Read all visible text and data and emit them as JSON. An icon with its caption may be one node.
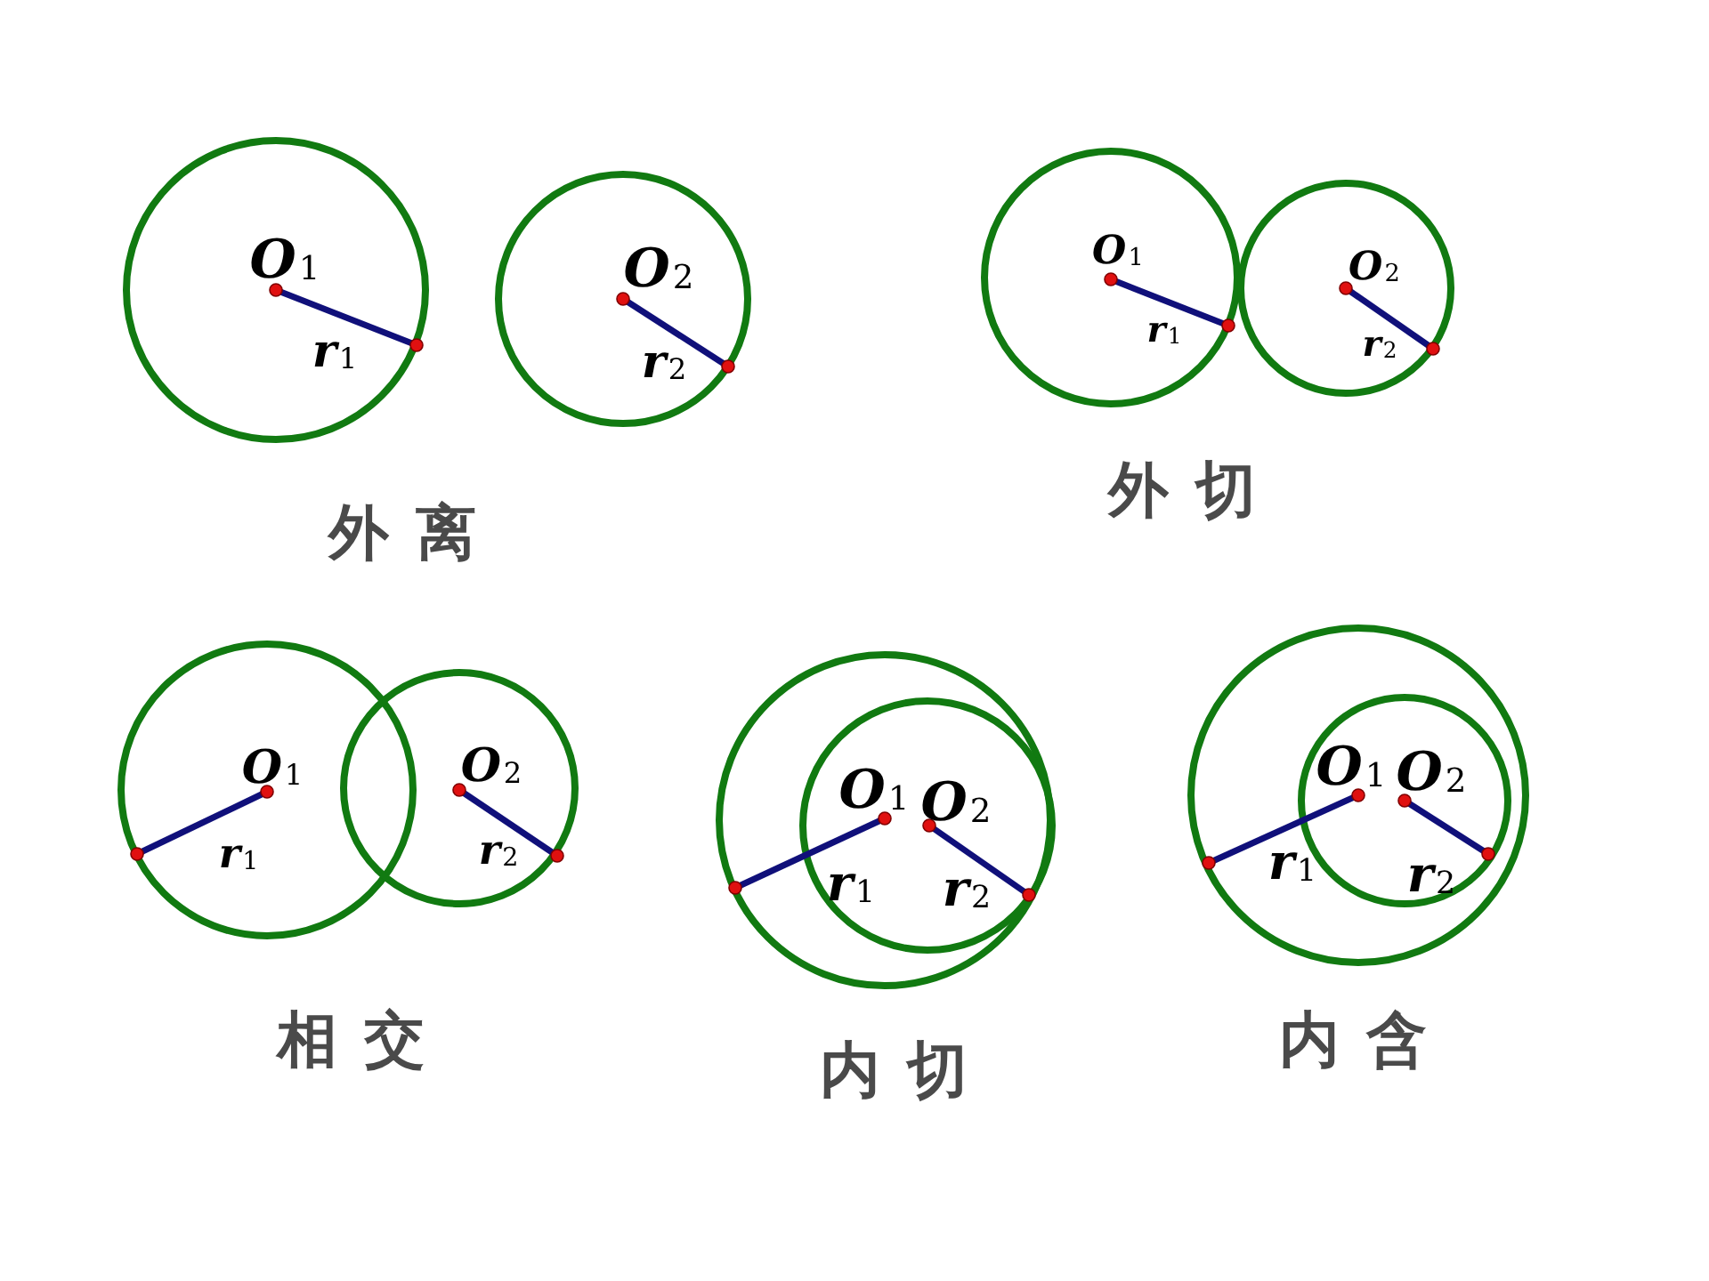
{
  "diagram": {
    "labels": [
      "O$_{1}$",
      "r$_{1}$",
      "O$_{2}$",
      "r$_{2}$",
      "外离",
      "O$_{1}$",
      "r$_{1}$",
      "O$_{2}$",
      "r$_{2}$",
      "外切",
      "O$_{1}$",
      "r$_{1}$",
      "O$_{2}$",
      "r$_{2}$",
      "相交",
      "O$_{1}$",
      "O$_{2}$",
      "r$_{1}$",
      "r$_{2}$",
      "内切",
      "O$_{1}$",
      "O$_{2}$",
      "r$_{1}$",
      "r$_{2}$",
      "内含"
    ]
  }
}
